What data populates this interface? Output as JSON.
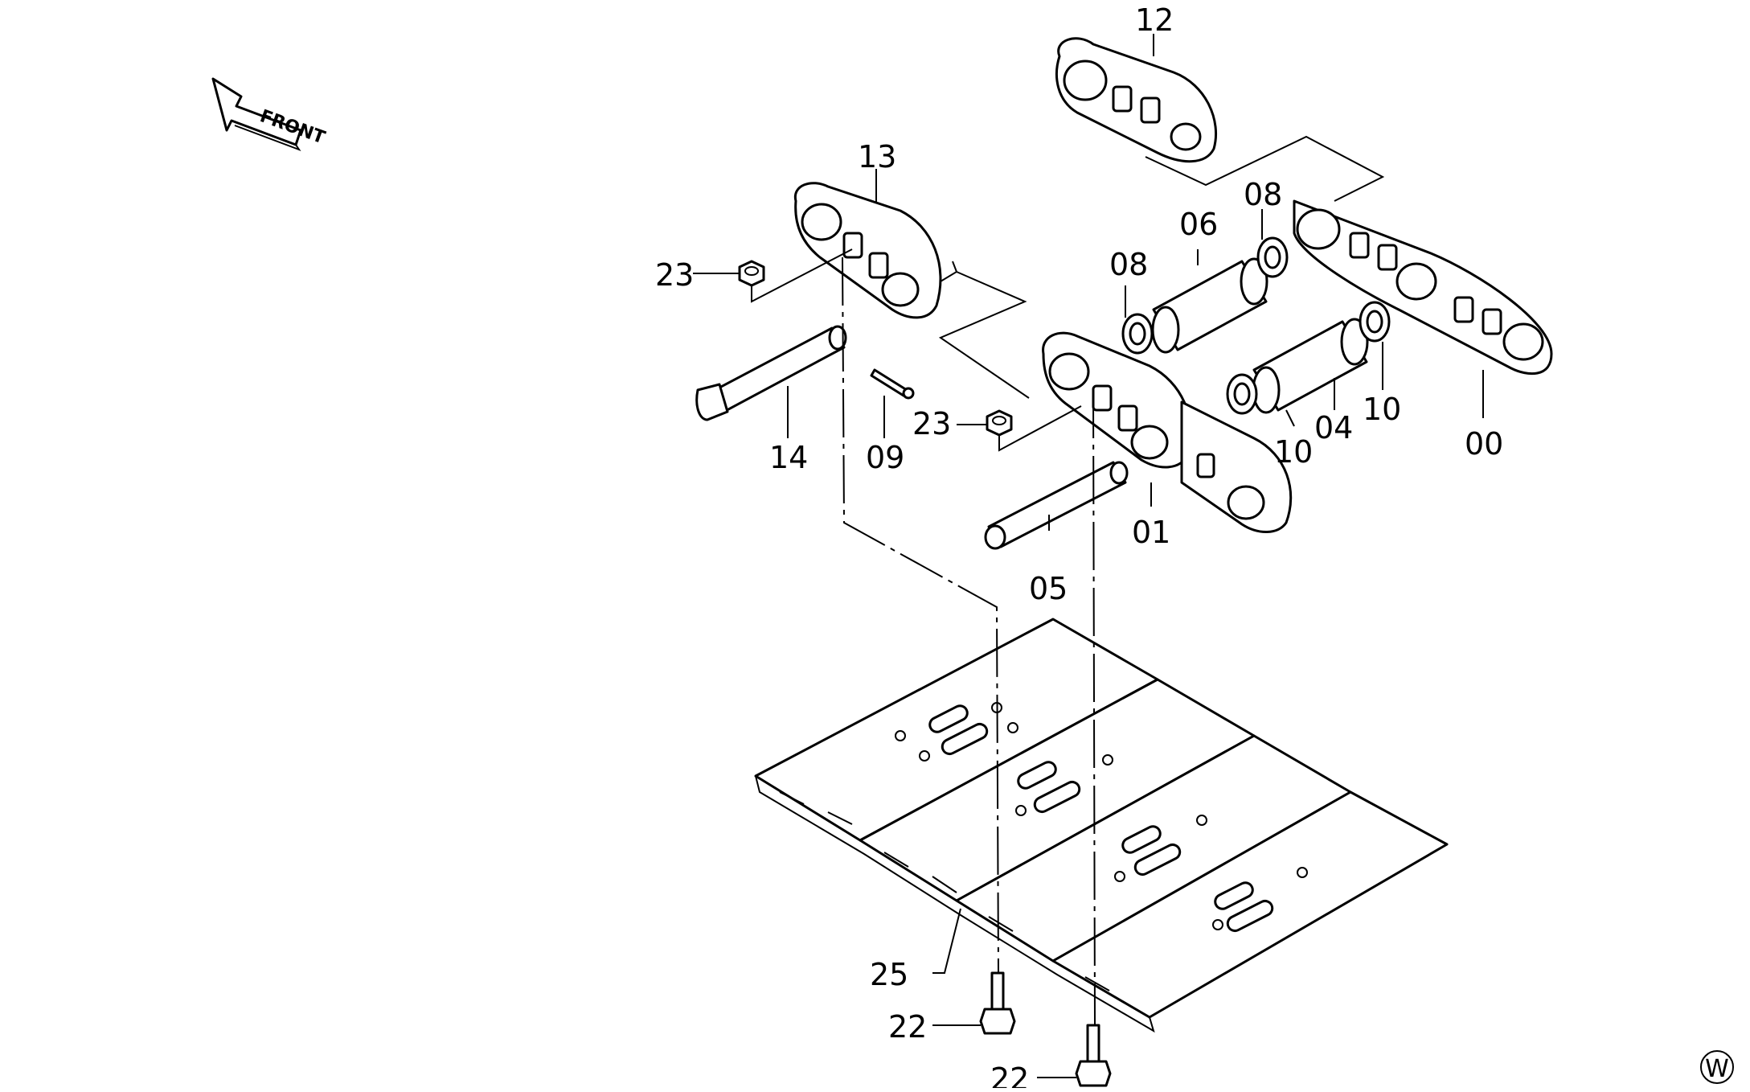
{
  "orientation": {
    "arrow_text": "FRONT"
  },
  "corner_mark": {
    "text": "W"
  },
  "callouts": {
    "p00": "00",
    "p01": "01",
    "p04": "04",
    "p05": "05",
    "p06": "06",
    "p08a": "08",
    "p08b": "08",
    "p09": "09",
    "p10a": "10",
    "p10b": "10",
    "p12": "12",
    "p13": "13",
    "p14": "14",
    "p22a": "22",
    "p22b": "22",
    "p23a": "23",
    "p23b": "23",
    "p25": "25"
  }
}
